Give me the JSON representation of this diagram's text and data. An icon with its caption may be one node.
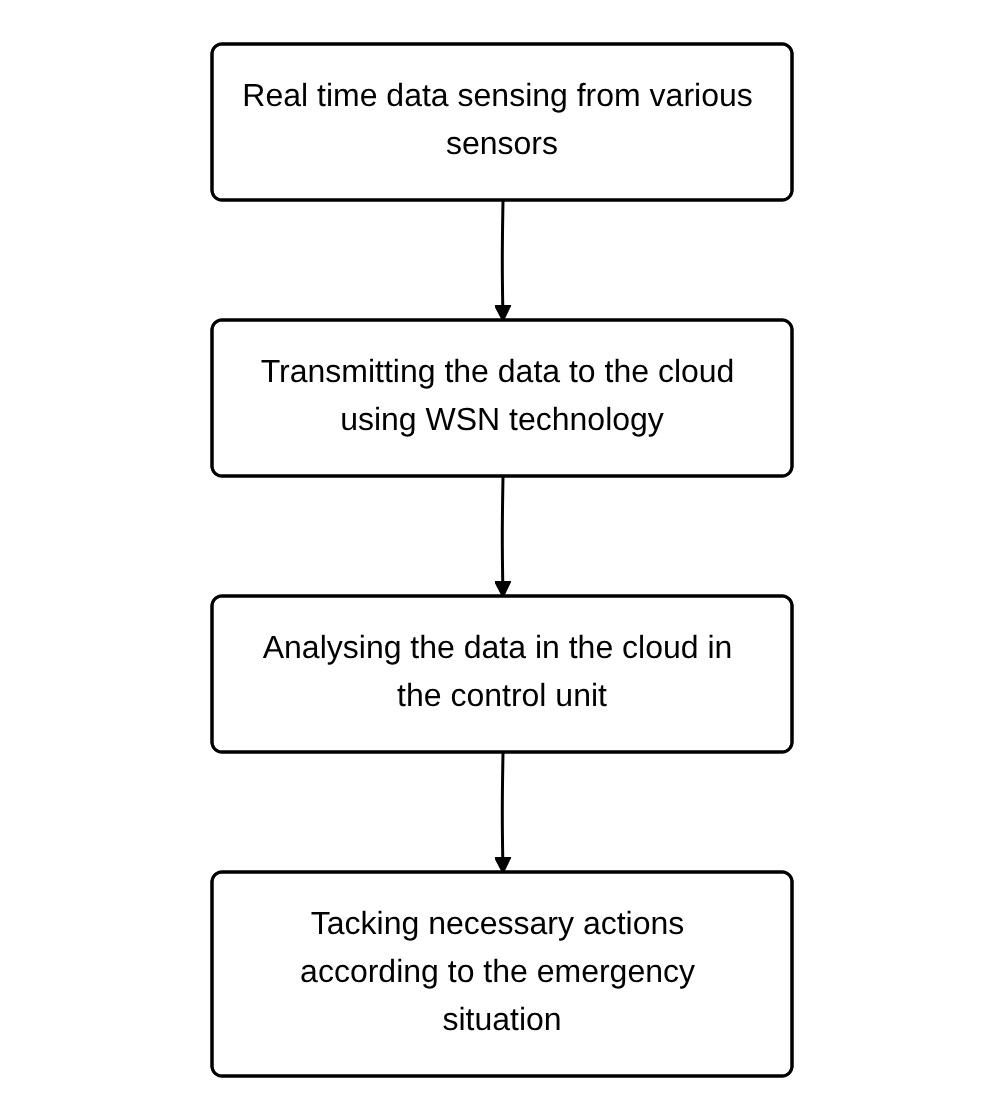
{
  "diagram": {
    "nodes": [
      {
        "text": [
          "Real time data sensing from various sensors"
        ]
      },
      {
        "text": [
          "Transmitting the data to the cloud using WSN technology"
        ]
      },
      {
        "text": [
          "Analysing the data in the cloud in the control unit"
        ]
      },
      {
        "text": [
          "Tacking necessary actions according to the emergency situation"
        ]
      }
    ],
    "edges": [
      {
        "from": 0,
        "to": 1,
        "arrow": "to"
      },
      {
        "from": 1,
        "to": 2,
        "arrow": "to"
      },
      {
        "from": 2,
        "to": 3,
        "arrow": "to"
      }
    ]
  }
}
